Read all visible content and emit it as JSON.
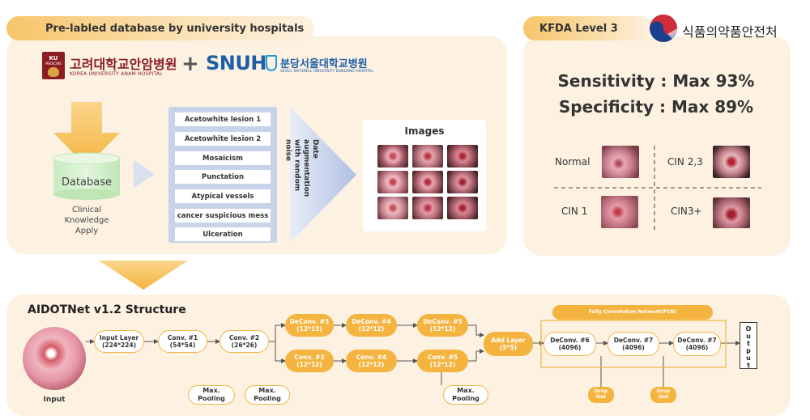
{
  "top_left": {
    "header": "Pre-labled database by university hospitals",
    "korea_univ": {
      "badge_line1": "KU",
      "badge_line2": "MEDICINE",
      "name_kr": "고려대학교안암병원",
      "name_en": "KOREA UNIVERSITY ANAM HOSPITAL"
    },
    "plus": "+",
    "snuh": {
      "logo": "SNUH",
      "name_kr": "분당서울대학교병원",
      "name_en": "SEOUL NATIONAL UNIVERSITY BUNDANG HOSPITAL"
    },
    "database_label": "Database",
    "clinical_lines": [
      "Clinical",
      "Knowledge",
      "Apply"
    ],
    "lesions": [
      "Acetowhite lesion 1",
      "Acetowhite lesion 2",
      "Mosaicism",
      "Punctation",
      "Atypical vessels",
      "cancer suspicious mess",
      "Ulceration"
    ],
    "augmentation_lines": [
      "Date augmentation",
      "with random noise"
    ],
    "images_title": "Images"
  },
  "top_right": {
    "header": "KFDA Level 3",
    "ministry": "식품의약품안전처",
    "sensitivity": "Sensitivity : Max 93%",
    "specificity": "Specificity : Max 89%",
    "classes": [
      "Normal",
      "CIN 2,3",
      "CIN 1",
      "CIN3+"
    ]
  },
  "bottom": {
    "title": "AIDOTNet v1.2 Structure",
    "input_caption": "Input",
    "fcn_label": "Fully Convolution Network(FCN)",
    "nodes": {
      "input_layer": [
        "Input Layer",
        "(224*224)"
      ],
      "conv1": [
        "Conv. #1",
        "(54*54)"
      ],
      "conv2": [
        "Conv. #2",
        "(26*26)"
      ],
      "deconv3": [
        "DeConv. #3",
        "(12*12)"
      ],
      "deconv4": [
        "DeConv. #4",
        "(12*12)"
      ],
      "deconv5": [
        "DeConv. #5",
        "(12*12)"
      ],
      "conv3": [
        "Conv. #3",
        "(12*12)"
      ],
      "conv4": [
        "Conv. #4",
        "(12*12)"
      ],
      "conv5": [
        "Conv. #5",
        "(12*12)"
      ],
      "add_layer": [
        "Add Layer",
        "(5*5)"
      ],
      "deconv6": [
        "DeConv. #6",
        "(4096)"
      ],
      "deconv7a": [
        "DeConv. #7",
        "(4096)"
      ],
      "deconv7b": [
        "DeConv. #7",
        "(4096)"
      ]
    },
    "pools": [
      [
        "Max.",
        "Pooling"
      ],
      [
        "Max.",
        "Pooling"
      ],
      [
        "Max.",
        "Pooling"
      ]
    ],
    "drops": [
      [
        "Drop",
        "Out"
      ],
      [
        "Drop",
        "Out"
      ]
    ],
    "output_letters": [
      "O",
      "u",
      "t",
      "p",
      "u",
      "t"
    ]
  },
  "colors": {
    "panel_bg": "#fdf1e1",
    "accent_orange": "#f4b43f",
    "lesion_bg": "#c7d3e8",
    "arrow_blue": "#b8c6e6",
    "snuh_blue": "#1f5fa8",
    "ku_red": "#8a1c22"
  }
}
